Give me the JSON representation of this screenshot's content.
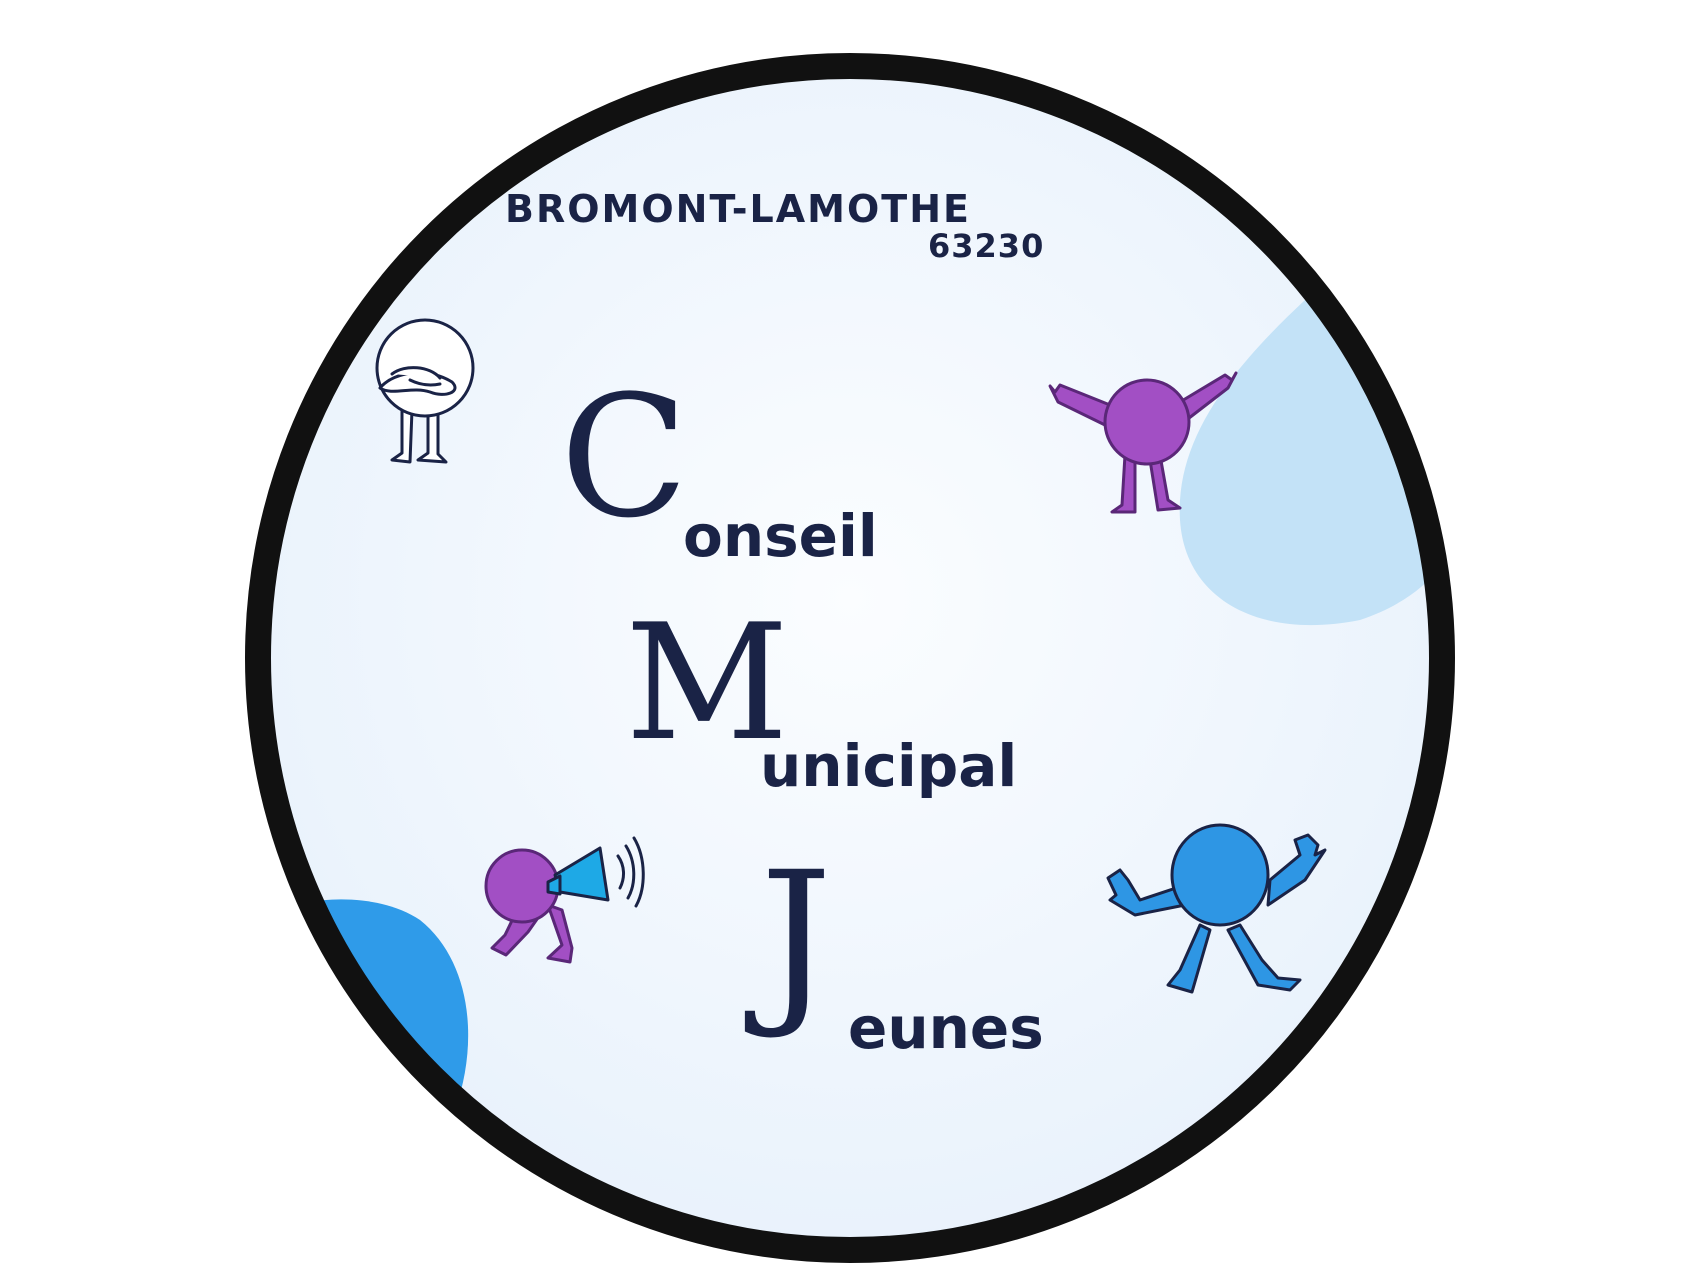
{
  "logo": {
    "town": "BROMONT-LAMOTHE",
    "postal_code": "63230",
    "lines": [
      {
        "initial": "C",
        "rest": "onseil"
      },
      {
        "initial": "M",
        "rest": "unicipal"
      },
      {
        "initial": "J",
        "rest": "eunes"
      }
    ]
  },
  "colors": {
    "background": "#ffffff",
    "badge_fill": "#eef5fd",
    "badge_border": "#111111",
    "text_navy": "#1a2346",
    "blob_light_blue": "#c3e2f7",
    "blob_blue": "#2f9be9",
    "character_purple": "#a24fc4",
    "character_blue": "#2e96e4",
    "megaphone_cyan": "#1ea9e6"
  },
  "characters": [
    {
      "icon": "thinking-character-icon",
      "color": "outline"
    },
    {
      "icon": "cheering-character-icon",
      "color": "purple"
    },
    {
      "icon": "megaphone-character-icon",
      "color": "purple"
    },
    {
      "icon": "waving-character-icon",
      "color": "blue"
    }
  ]
}
